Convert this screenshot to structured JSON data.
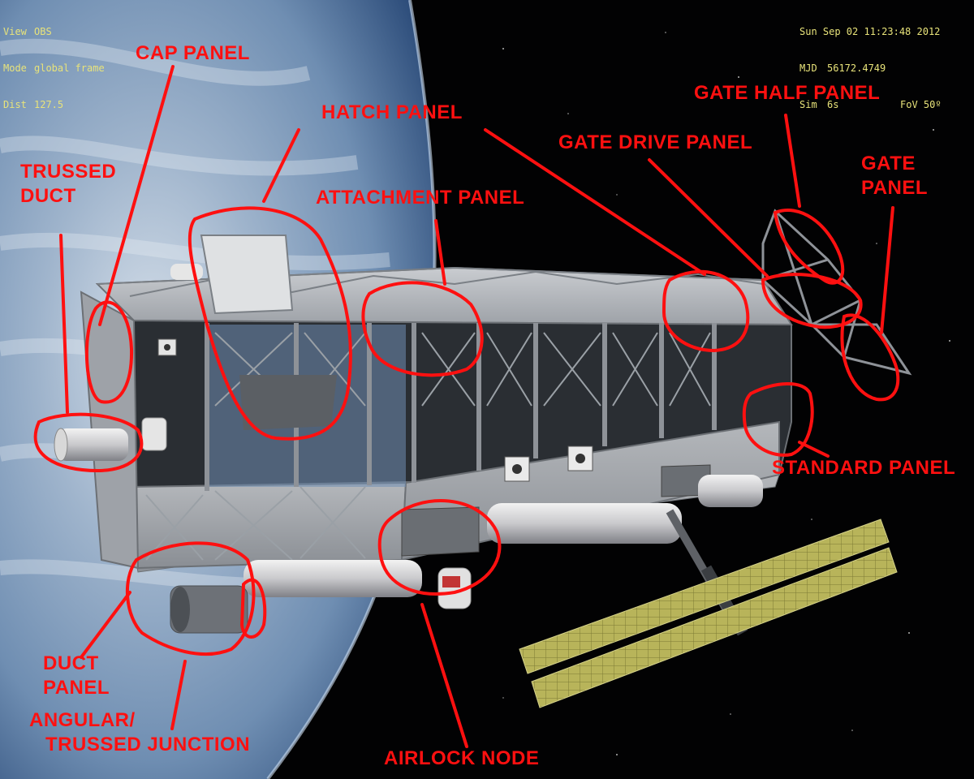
{
  "hud": {
    "left": [
      {
        "key": "View",
        "value": "OBS"
      },
      {
        "key": "Mode",
        "value": "global frame"
      },
      {
        "key": "Dist",
        "value": "127.5"
      }
    ],
    "right": {
      "datetime": "Sun Sep 02 11:23:48 2012",
      "mjd_label": "MJD",
      "mjd": "56172.4749",
      "sim_label": "Sim",
      "sim": "6s",
      "fov_label": "FoV",
      "fov": "50º"
    }
  },
  "labels": {
    "cap_panel": "CAP PANEL",
    "hatch_panel": "HATCH PANEL",
    "gate_half_panel": "GATE HALF PANEL",
    "gate_drive_panel": "GATE DRIVE PANEL",
    "gate_panel": [
      "GATE",
      "PANEL"
    ],
    "trussed_duct": [
      "TRUSSED",
      "DUCT"
    ],
    "attachment_panel": "ATTACHMENT PANEL",
    "standard_panel": "STANDARD PANEL",
    "duct_panel": [
      "DUCT",
      "PANEL"
    ],
    "angular_trussed_junction": [
      "ANGULAR/",
      "TRUSSED JUNCTION"
    ],
    "airlock_node": "AIRLOCK NODE"
  },
  "colors": {
    "annotation": "#ff1010",
    "hud_text": "#e8e37a",
    "space": "#020203",
    "earth_cloud": "#8aa6c4",
    "hull": "#b9bcc0",
    "solar_panel": "#b8b45a"
  }
}
